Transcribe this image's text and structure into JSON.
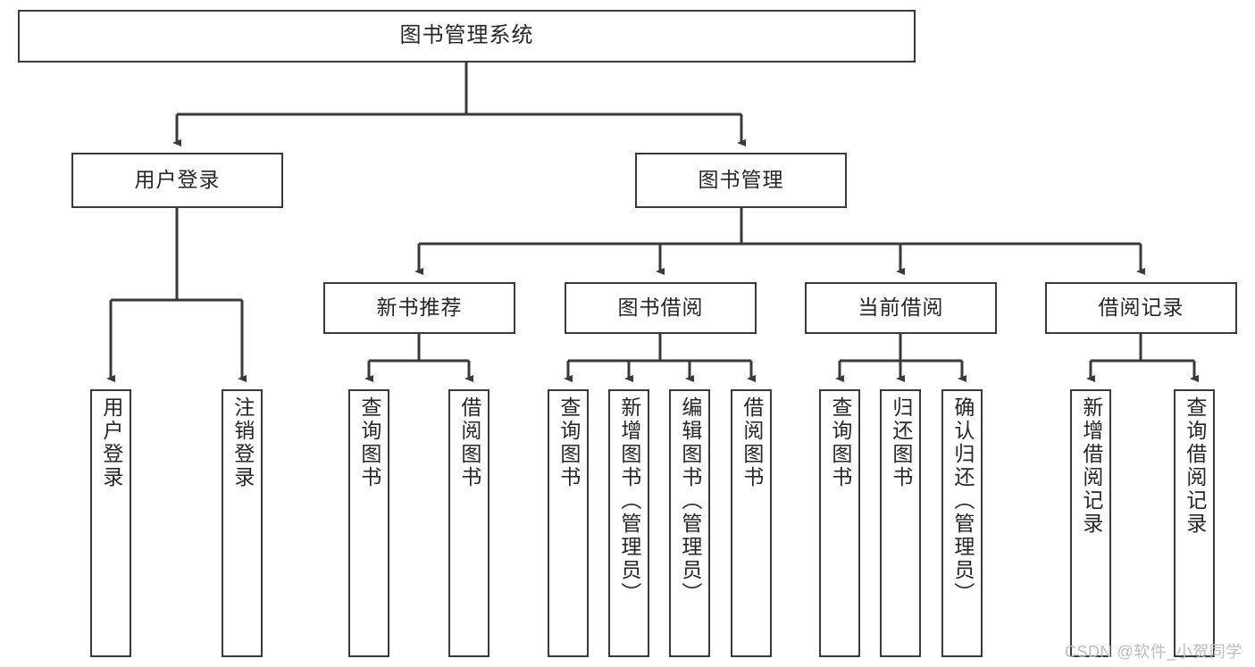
{
  "diagram": {
    "title": "图书管理系统",
    "watermark": "CSDN @软件_小贺同学",
    "stroke_color": "#3a3a3a",
    "text_color": "#262626",
    "background": "#ffffff",
    "levels": {
      "level1": [
        {
          "id": "root",
          "label": "图书管理系统"
        }
      ],
      "level2": [
        {
          "id": "user-login",
          "label": "用户登录"
        },
        {
          "id": "book-manage",
          "label": "图书管理"
        }
      ],
      "level3": [
        {
          "id": "new-book-rec",
          "label": "新书推荐"
        },
        {
          "id": "book-borrow",
          "label": "图书借阅"
        },
        {
          "id": "current-borrow",
          "label": "当前借阅"
        },
        {
          "id": "borrow-record",
          "label": "借阅记录"
        }
      ],
      "level4": [
        {
          "id": "leaf-user-login",
          "label": "用户登录",
          "parent": "user-login"
        },
        {
          "id": "leaf-user-logout",
          "label": "注销登录",
          "parent": "user-login"
        },
        {
          "id": "leaf-query-book-1",
          "label": "查询图书",
          "parent": "new-book-rec"
        },
        {
          "id": "leaf-borrow-book-1",
          "label": "借阅图书",
          "parent": "new-book-rec"
        },
        {
          "id": "leaf-query-book-2",
          "label": "查询图书",
          "parent": "book-borrow"
        },
        {
          "id": "leaf-add-book",
          "label": "新增图书（管理员）",
          "parent": "book-borrow"
        },
        {
          "id": "leaf-edit-book",
          "label": "编辑图书（管理员）",
          "parent": "book-borrow"
        },
        {
          "id": "leaf-borrow-book-2",
          "label": "借阅图书",
          "parent": "book-borrow"
        },
        {
          "id": "leaf-query-book-3",
          "label": "查询图书",
          "parent": "current-borrow"
        },
        {
          "id": "leaf-return-book",
          "label": "归还图书",
          "parent": "current-borrow"
        },
        {
          "id": "leaf-confirm-return",
          "label": "确认归还（管理员）",
          "parent": "current-borrow"
        },
        {
          "id": "leaf-add-record",
          "label": "新增借阅记录",
          "parent": "borrow-record"
        },
        {
          "id": "leaf-query-record",
          "label": "查询借阅记录",
          "parent": "borrow-record"
        }
      ]
    }
  }
}
